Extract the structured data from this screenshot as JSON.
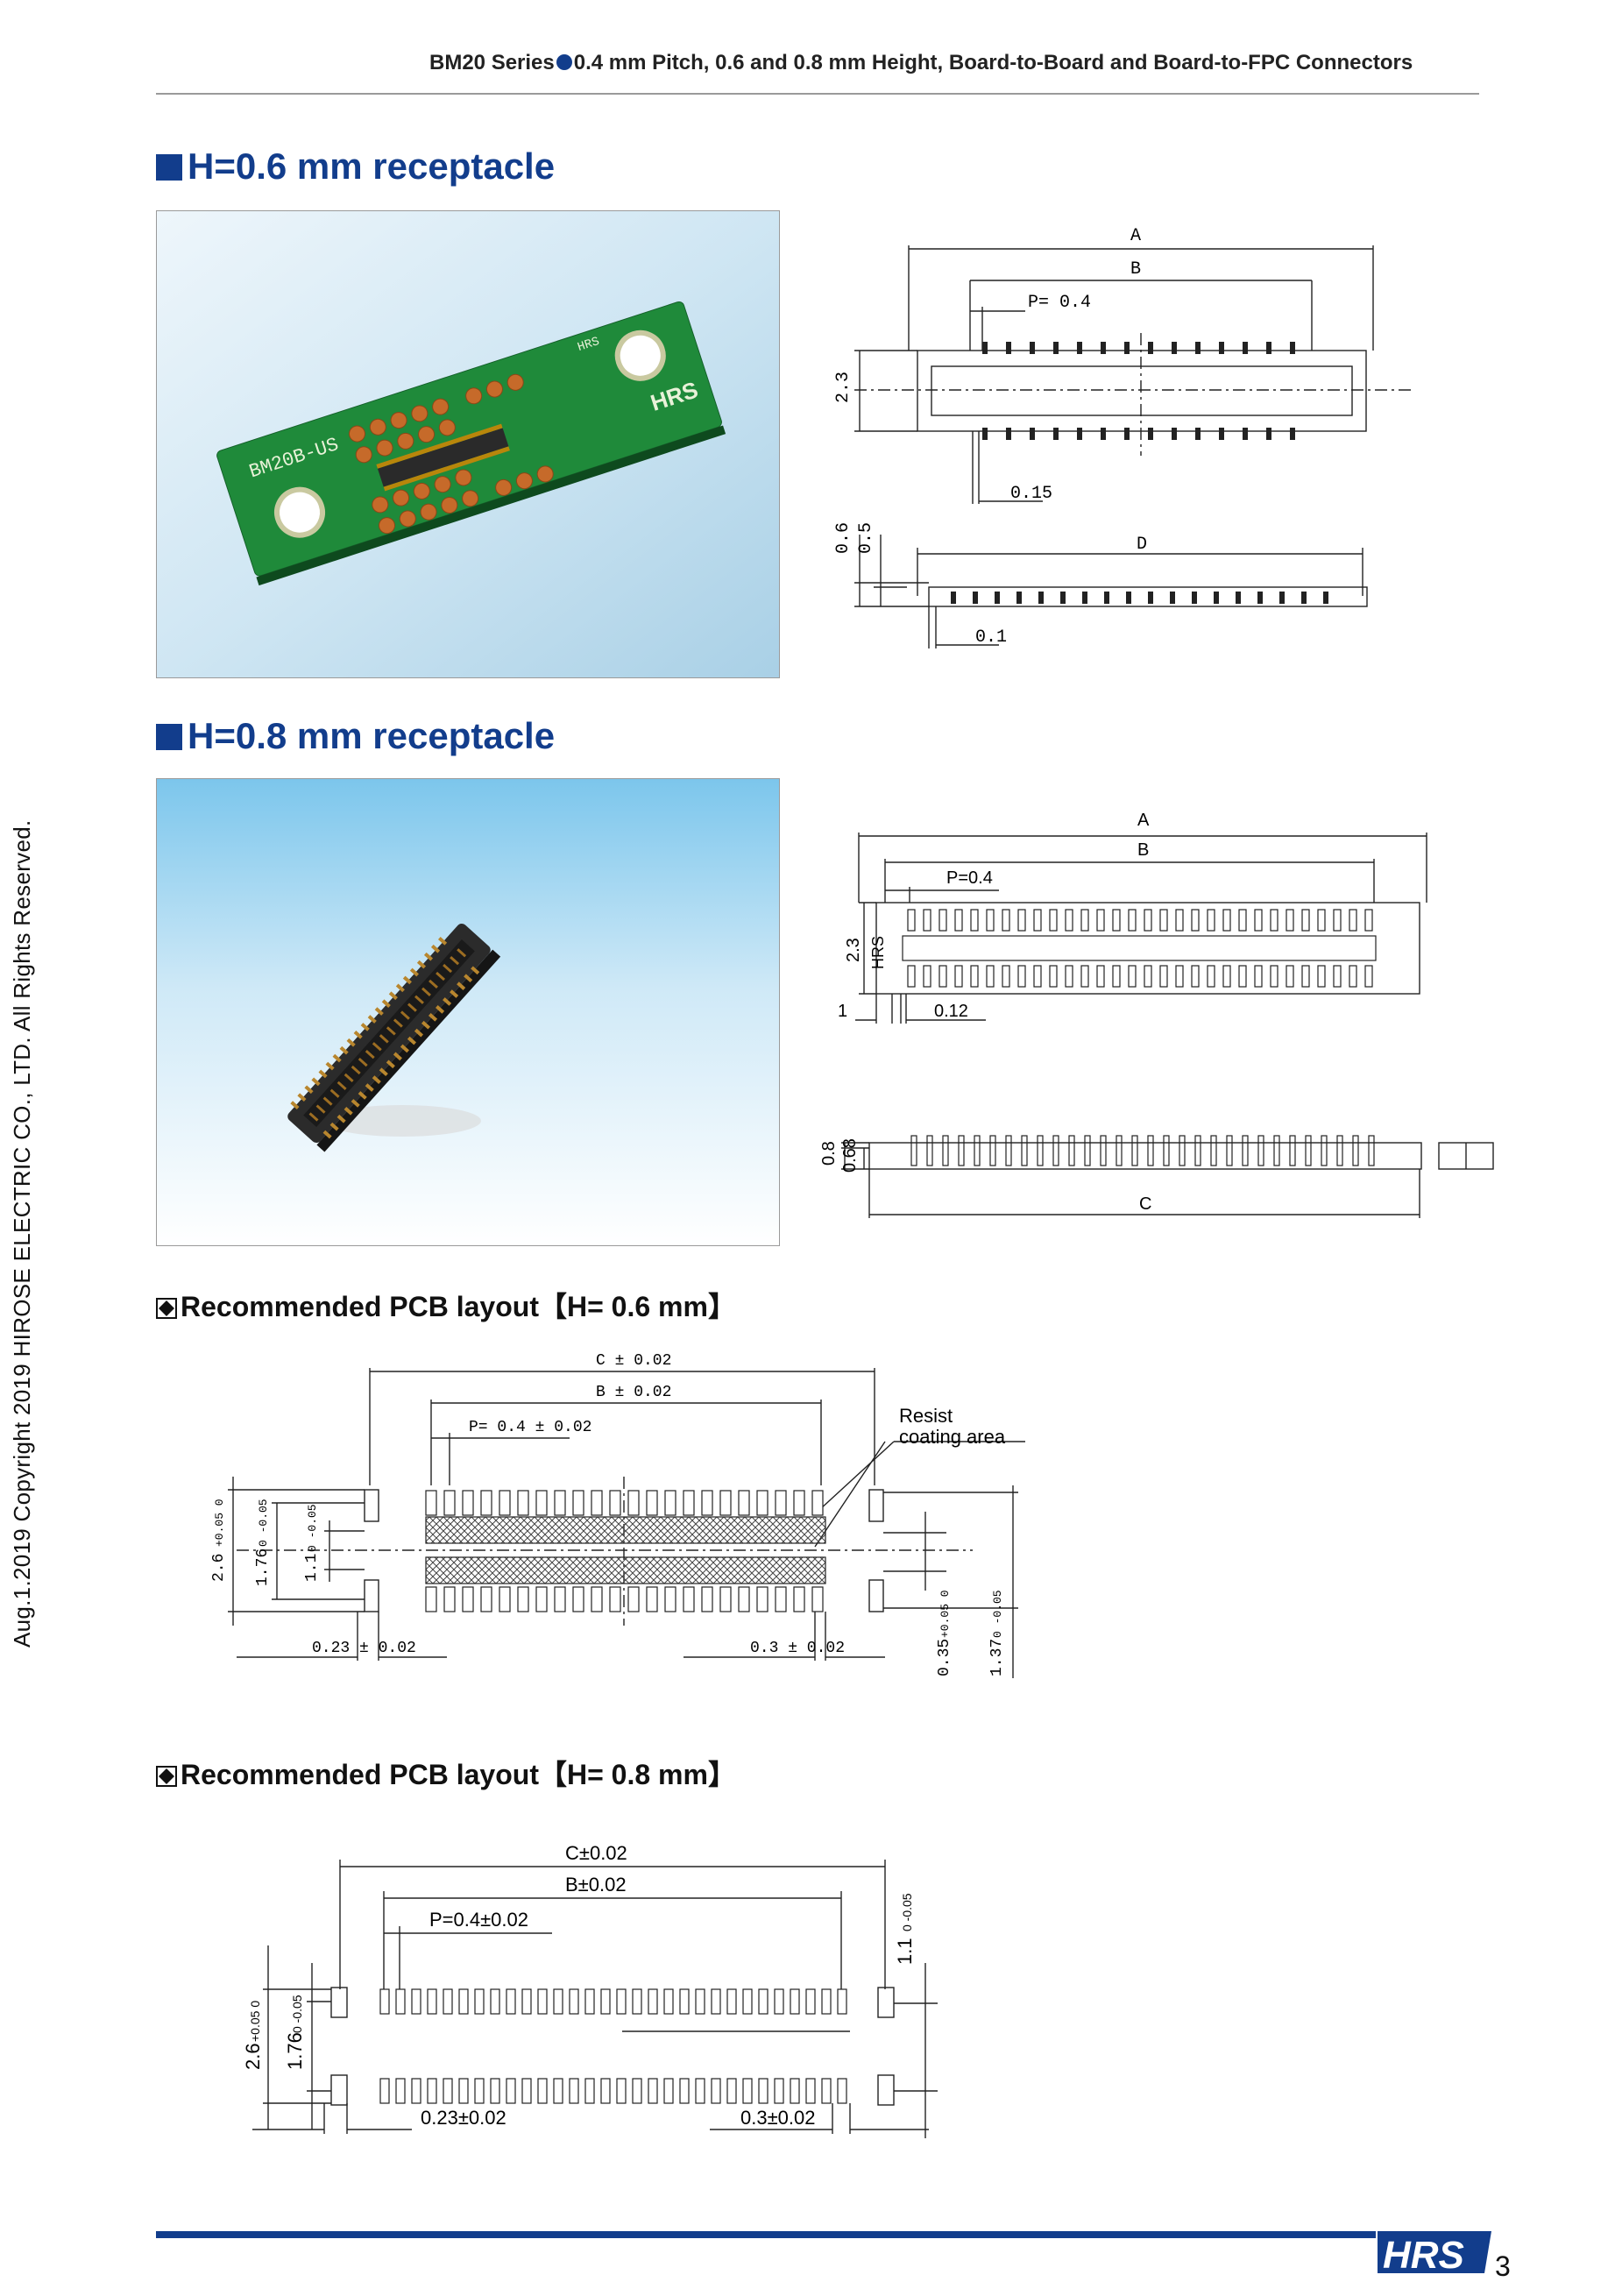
{
  "header": {
    "title_prefix": "BM20 Series",
    "title_suffix": "0.4 mm Pitch, 0.6 and 0.8 mm Height, Board-to-Board and Board-to-FPC Connectors"
  },
  "sections": {
    "receptacle_06": {
      "title": "H=0.6 mm receptacle"
    },
    "receptacle_08": {
      "title": "H=0.8 mm receptacle"
    },
    "pcb_06": {
      "title": "Recommended PCB layout【H= 0.6 mm】"
    },
    "pcb_08": {
      "title": "Recommended PCB layout【H= 0.8 mm】"
    }
  },
  "photo_06": {
    "board_mark": "BM20B-US",
    "board_mark2": "HRS",
    "brand": "HRS"
  },
  "drawing_06_top": {
    "dim_a": "A",
    "dim_b": "B",
    "pitch": "P= 0.4",
    "height": "2.3",
    "pad": "0.15"
  },
  "drawing_06_side": {
    "h1": "0.6",
    "h2": "0.5",
    "dim_d": "D",
    "gap": "0.1"
  },
  "drawing_08_top": {
    "dim_a": "A",
    "dim_b": "B",
    "pitch": "P=0.4",
    "height": "2.3",
    "w1": "1",
    "w2": "0.12",
    "mark": "HRS"
  },
  "drawing_08_side": {
    "h1": "0.8",
    "h2": "0.68",
    "dim_c": "C"
  },
  "pcb_06_drawing": {
    "dim_c": "C ± 0.02",
    "dim_b": "B ± 0.02",
    "pitch": "P= 0.4 ± 0.02",
    "resist_line1": "Resist",
    "resist_line2": "coating area",
    "v1": "2.6",
    "v1_tol": "+0.05 0",
    "v2": "1.76",
    "v2_tol": "0 -0.05",
    "v3": "1.1",
    "v3_tol": "0 -0.05",
    "w1": "0.23 ± 0.02",
    "w2": "0.3 ± 0.02",
    "r1": "0.35",
    "r1_tol": "+0.05 0",
    "r2": "1.37",
    "r2_tol": "0 -0.05"
  },
  "pcb_08_drawing": {
    "dim_c": "C±0.02",
    "dim_b": "B±0.02",
    "pitch": "P=0.4±0.02",
    "v1": "2.6",
    "v1_tol": "+0.05 0",
    "v2": "1.76",
    "v2_tol": "0 -0.05",
    "r1": "1.1",
    "r1_tol": "0 -0.05",
    "w1": "0.23±0.02",
    "w2": "0.3±0.02"
  },
  "sidebar": {
    "copyright": "Aug.1.2019 Copyright 2019 HIROSE ELECTRIC CO., LTD. All Rights Reserved."
  },
  "footer": {
    "logo": "HRS",
    "page": "3"
  },
  "colors": {
    "brand_blue": "#123d8c",
    "rule_gray": "#9a9a9a",
    "pcb_green": "#1f8a3a",
    "pad_copper": "#c66a2a"
  }
}
